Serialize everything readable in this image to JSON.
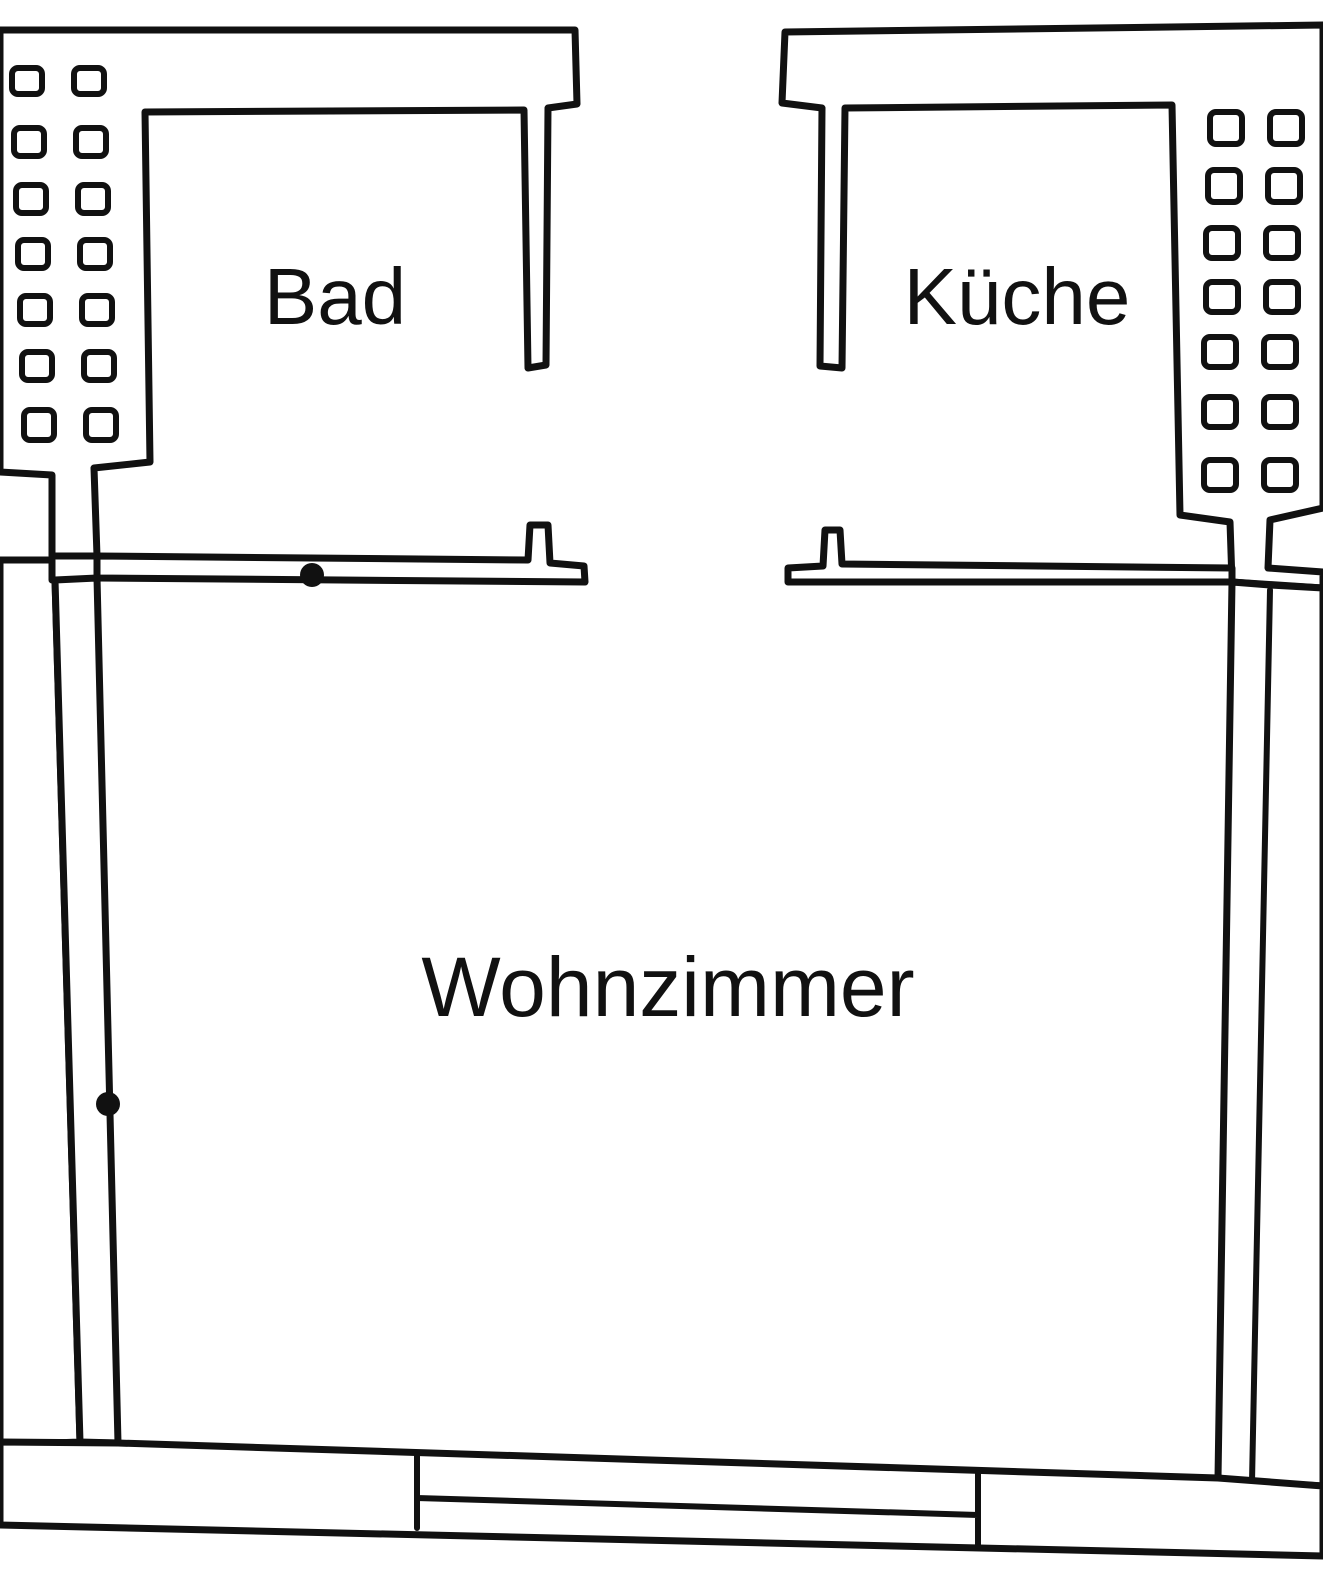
{
  "rooms": {
    "bathroom": "Bad",
    "kitchen": "Küche",
    "living_room": "Wohnzimmer"
  },
  "colors": {
    "line": "#111111",
    "background": "#ffffff"
  }
}
